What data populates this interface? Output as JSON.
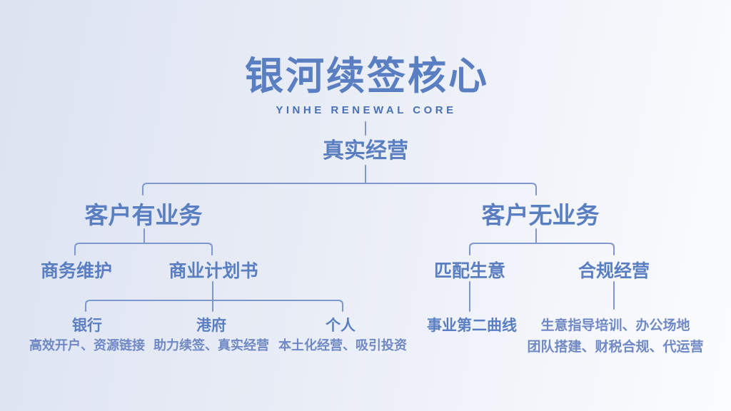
{
  "header": {
    "title": "银河续签核心",
    "subtitle": "YINHE RENEWAL CORE"
  },
  "tree": {
    "root": "真实经营",
    "left_branch": {
      "label": "客户有业务",
      "children": [
        "商务维护",
        "商业计划书"
      ]
    },
    "right_branch": {
      "label": "客户无业务",
      "children": [
        "匹配生意",
        "合规经营"
      ]
    },
    "leaves": {
      "bank": {
        "title": "银行",
        "desc": "高效开户、资源链接"
      },
      "gov": {
        "title": "港府",
        "desc": "助力续签、真实经营"
      },
      "personal": {
        "title": "个人",
        "desc": "本土化经营、吸引投资"
      },
      "second_curve": {
        "title": "事业第二曲线"
      },
      "compliance": {
        "line1": "生意指导培训、办公场地",
        "line2": "团队搭建、财税合规、代运营"
      }
    }
  },
  "colors": {
    "primary-blue": "#5a7ec2",
    "subtitle-blue": "#4a70b5",
    "desc-blue": "#7089c5",
    "line-blue": "#7e97cc",
    "bg-left": "#dce3f1",
    "bg-mid": "#e9edf6",
    "bg-right": "#fbfcfe"
  }
}
